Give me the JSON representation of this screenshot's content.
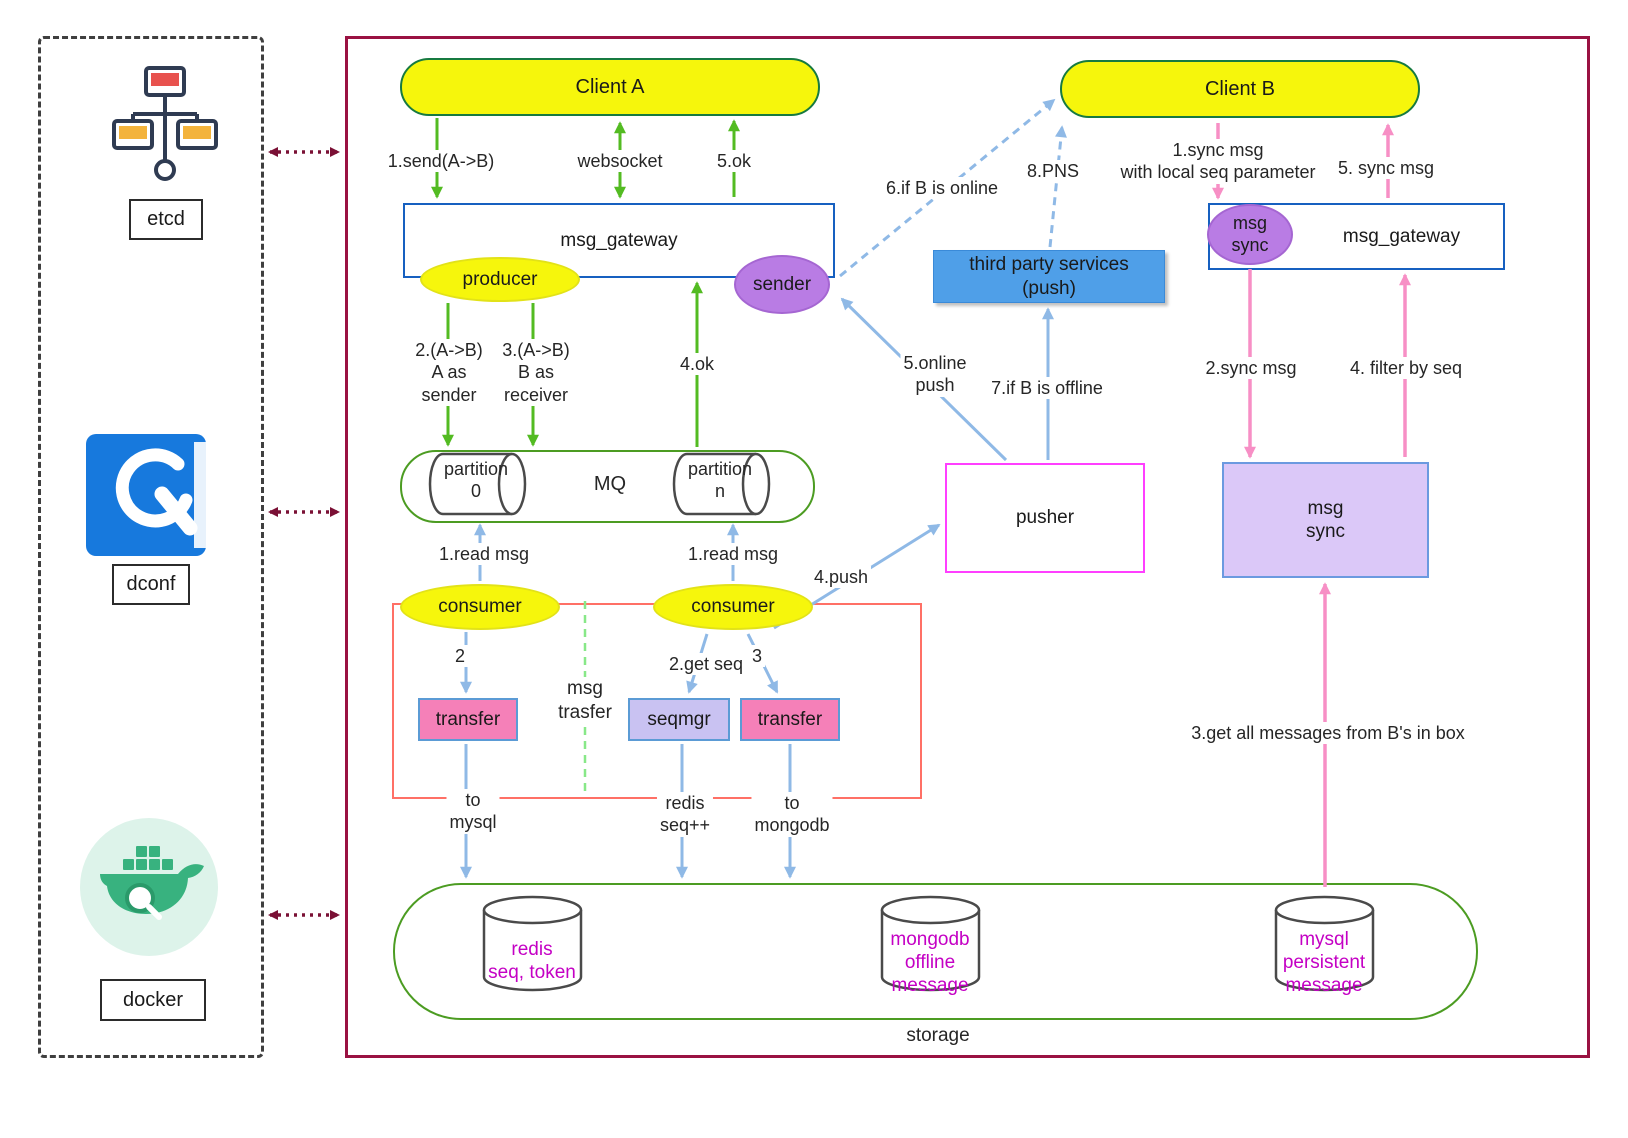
{
  "colors": {
    "main_border": "#9a1242",
    "yellow_node": "#f6f60c",
    "purple_node": "#b97ce4",
    "blue_service_box": "#4f9fe8",
    "pink_node": "#f580b8",
    "lavender_node": "#dbc8f8",
    "seqmgr_node": "#c9c2f2",
    "green_arrow": "#53bb22",
    "blue_arrow": "#8fb9e6",
    "pink_arrow": "#f78fc5",
    "maroon_arrow": "#7a1035",
    "green_container_border": "#4c9c22",
    "magenta_border": "#ff3fff",
    "red_group_border": "#ff7066",
    "blue_border": "#1660c0",
    "db_text": "#c400c4"
  },
  "icons": {
    "etcd": "network-nodes-icon",
    "dconf": "wrench-settings-icon",
    "docker": "docker-whale-icon"
  },
  "left_panel": {
    "etcd": "etcd",
    "dconf": "dconf",
    "docker": "docker"
  },
  "nodes": {
    "client_a": "Client A",
    "client_b": "Client B",
    "msg_gateway_left": "msg_gateway",
    "msg_gateway_right": "msg_gateway",
    "producer": "producer",
    "sender": "sender",
    "msg_sync_small": "msg\nsync",
    "third_party": "third party services\n(push)",
    "partition_0": "partition\n0",
    "mq": "MQ",
    "partition_n": "partition\nn",
    "pusher": "pusher",
    "msg_sync_big": "msg\nsync",
    "consumer_left": "consumer",
    "consumer_right": "consumer",
    "transfer_left": "transfer",
    "seqmgr": "seqmgr",
    "transfer_right": "transfer",
    "msg_trasfer": "msg\ntrasfer",
    "redis": "redis\nseq, token",
    "mongodb": "mongodb\noffline\nmessage",
    "mysql": "mysql\npersistent\nmessage",
    "storage": "storage"
  },
  "edges": {
    "send_ab": "1.send(A->B)",
    "websocket": "websocket",
    "ok_5": "5.ok",
    "a_as_sender": "2.(A->B)\nA as\nsender",
    "b_as_receiver": "3.(A->B)\nB as\nreceiver",
    "ok_4": "4.ok",
    "read_msg_left": "1.read msg",
    "read_msg_right": "1.read msg",
    "push_4": "4.push",
    "step_2": "2",
    "get_seq": "2.get seq",
    "step_3": "3",
    "to_mysql": "to\nmysql",
    "redis_seq": "redis\nseq++",
    "to_mongodb": "to\nmongodb",
    "online_push": "5.online\npush",
    "if_b_offline": "7.if B is offline",
    "if_b_online": "6.if B is online",
    "pns": "8.PNS",
    "sync_msg_1": "1.sync msg\nwith local seq parameter",
    "sync_msg_5": "5. sync msg",
    "sync_msg_2": "2.sync msg",
    "filter_by_seq": "4. filter by seq",
    "get_all": "3.get all messages from B's in box"
  }
}
